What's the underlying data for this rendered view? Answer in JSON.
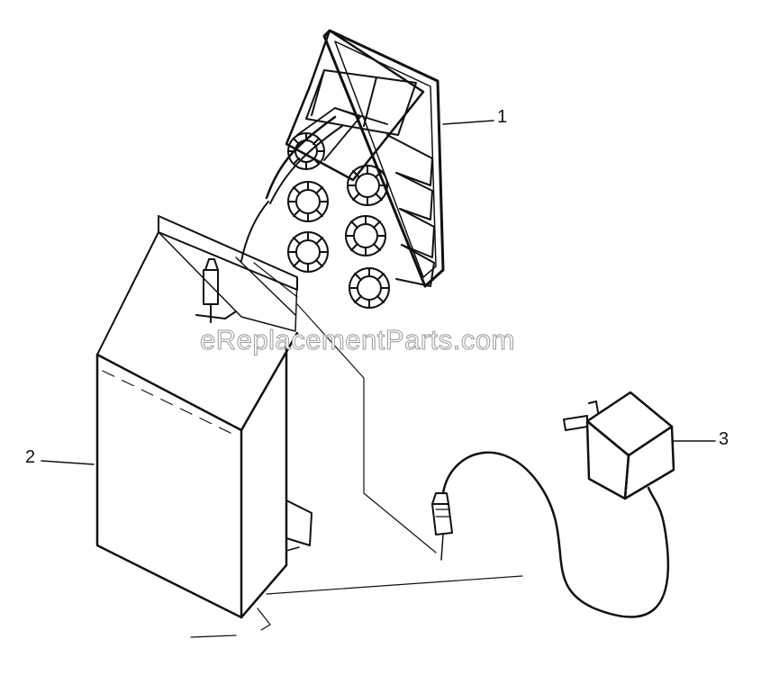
{
  "callouts": {
    "part_1": "1",
    "part_2": "2",
    "part_3": "3"
  },
  "watermark": "eReplacementParts.com",
  "colors": {
    "ink": "#111111",
    "watermark_outline": "#9a9a9a",
    "background": "#ffffff"
  }
}
